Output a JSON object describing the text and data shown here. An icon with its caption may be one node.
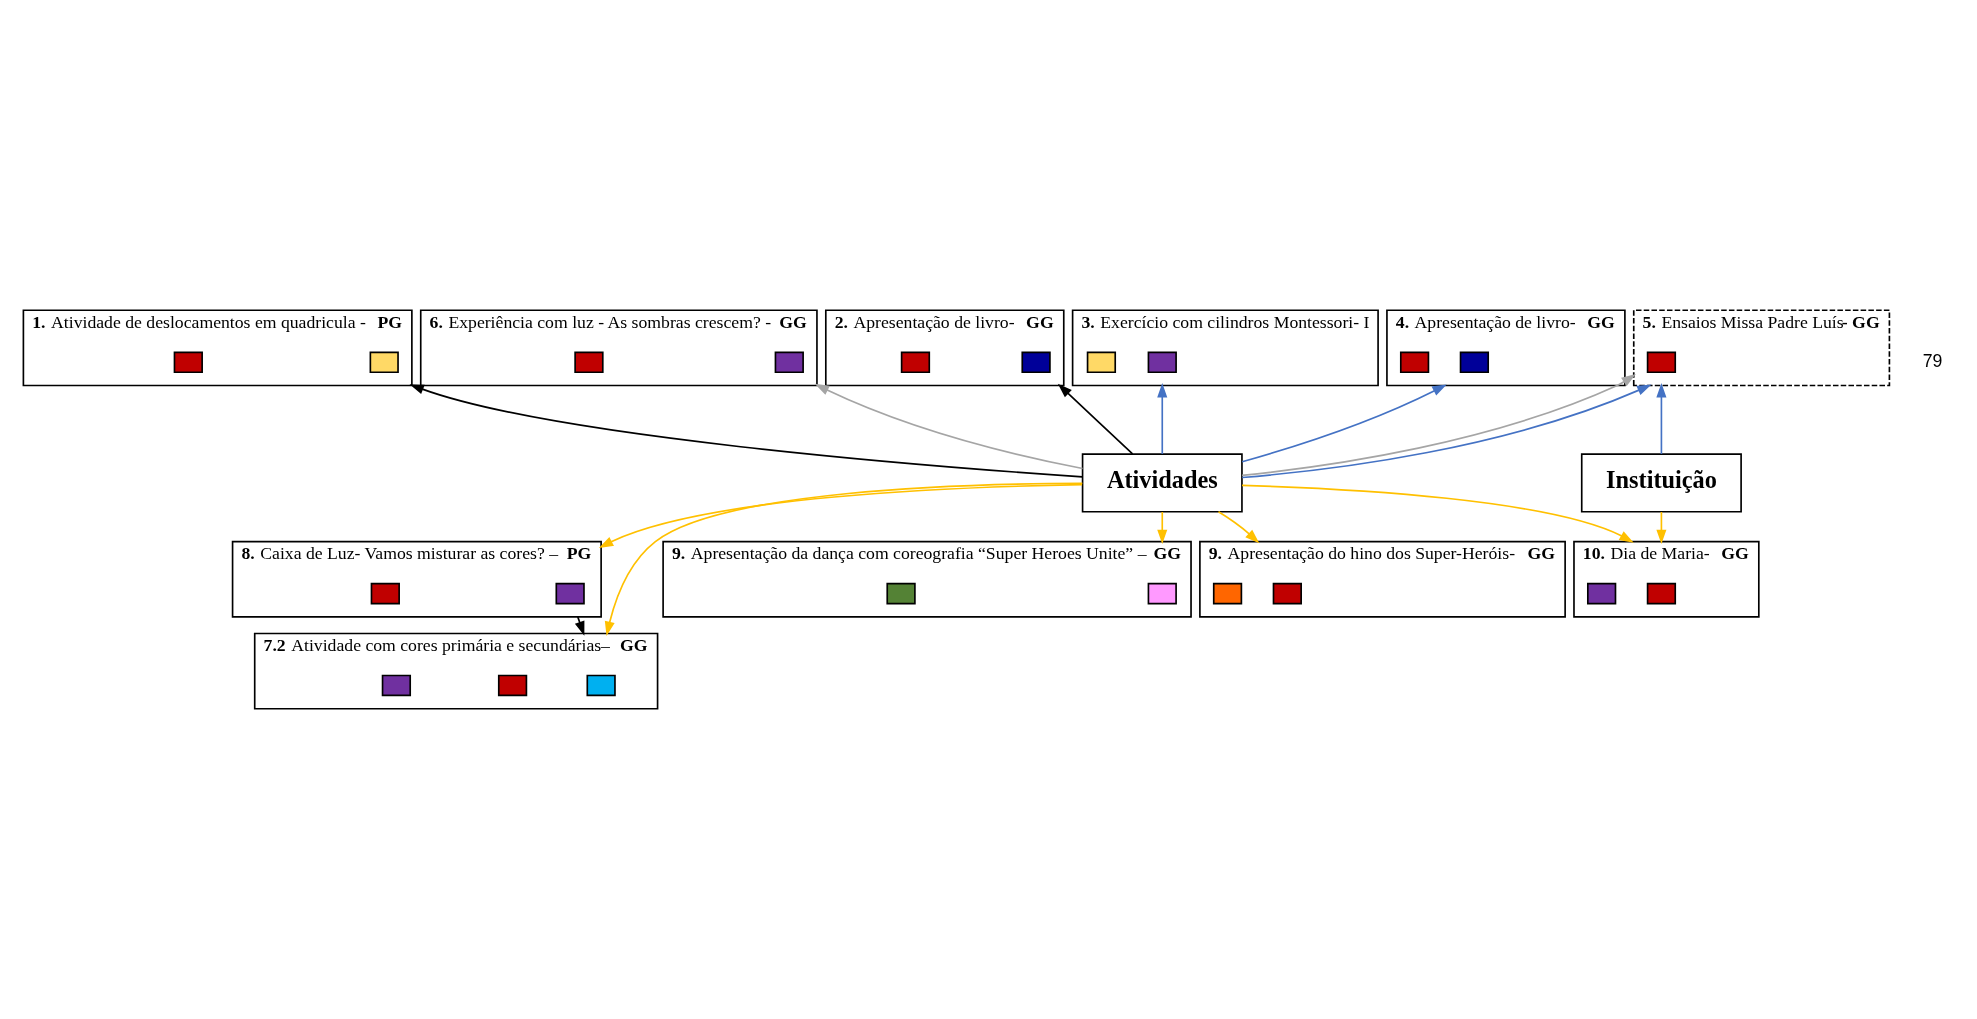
{
  "diagram": {
    "nodes": [
      {
        "text": [
          "**1.** Atividade de deslocamentos em quadricula - **PG**"
        ]
      },
      {
        "text": [
          "**6.** Experiência com luz - As sombras crescem? - **GG**"
        ]
      },
      {
        "text": [
          "**2.** Apresentação de livro- **GG**"
        ]
      },
      {
        "text": [
          "**3.** Exercício com cilindros Montessori- I"
        ]
      },
      {
        "text": [
          "**4.** Apresentação de livro- **GG**"
        ]
      },
      {
        "text": [
          "**5.** Ensaios Missa Padre Luís**- GG**"
        ]
      },
      {
        "text": [
          "**8.** Caixa de Luz- Vamos misturar as cores? – **PG**"
        ]
      },
      {
        "text": [
          "Atividades"
        ]
      },
      {
        "text": [
          "**7.2** Atividade com cores primária e secundárias– **GG**"
        ]
      },
      {
        "text": [
          "Instituição"
        ]
      },
      {
        "text": [
          "**9.** Apresentação da dança com coreografia “Super Heroes Unite” – **GG**"
        ]
      },
      {
        "text": [
          "**9.** Apresentação do hino dos Super-Heróis- **GG**"
        ]
      },
      {
        "text": [
          "**10.** Dia de Maria- **GG**"
        ]
      },
      {
        "text": [],
        "shape": "box",
        "in": 0
      },
      {
        "text": [],
        "shape": "box",
        "in": 0
      },
      {
        "text": [],
        "shape": "box",
        "in": 1
      },
      {
        "text": [],
        "shape": "box",
        "in": 1
      },
      {
        "text": [],
        "shape": "box",
        "in": 2
      },
      {
        "text": [],
        "shape": "box",
        "in": 2
      },
      {
        "text": [],
        "shape": "box",
        "in": 3
      },
      {
        "text": [],
        "shape": "box",
        "in": 3
      },
      {
        "text": [],
        "shape": "box",
        "in": 4
      },
      {
        "text": [],
        "shape": "box",
        "in": 4
      },
      {
        "text": [],
        "shape": "box",
        "in": 5
      },
      {
        "text": [],
        "shape": "box",
        "in": 6
      },
      {
        "text": [],
        "shape": "box",
        "in": 6
      },
      {
        "text": [],
        "shape": "box",
        "in": 8
      },
      {
        "text": [],
        "shape": "box",
        "in": 8
      },
      {
        "text": [],
        "shape": "box",
        "in": 8
      },
      {
        "text": [],
        "shape": "box",
        "in": 10
      },
      {
        "text": [],
        "shape": "box",
        "in": 10
      },
      {
        "text": [],
        "shape": "box",
        "in": 11
      },
      {
        "text": [],
        "shape": "box",
        "in": 11
      },
      {
        "text": [],
        "shape": "box",
        "in": 12
      },
      {
        "text": [],
        "shape": "box",
        "in": 12
      }
    ],
    "edges": [
      {
        "from": 7,
        "to": 0,
        "arrow": "to",
        "color": "#000000"
      },
      {
        "from": 7,
        "to": 1,
        "arrow": "to",
        "color": "#a5a5a5"
      },
      {
        "from": 7,
        "to": 2,
        "arrow": "to",
        "color": "#000000"
      },
      {
        "from": 7,
        "to": 3,
        "arrow": "to",
        "color": "#4472c4"
      },
      {
        "from": 7,
        "to": 4,
        "arrow": "to",
        "color": "#4472c4"
      },
      {
        "from": 7,
        "to": 5,
        "arrow": "to",
        "color": "#a5a5a5"
      },
      {
        "from": 7,
        "to": 5,
        "arrow": "to",
        "color": "#4472c4"
      },
      {
        "from": 7,
        "to": 6,
        "arrow": "to"
      },
      {
        "from": 7,
        "to": 8,
        "arrow": "to"
      },
      {
        "from": 7,
        "to": 10,
        "arrow": "to"
      },
      {
        "from": 7,
        "to": 11,
        "arrow": "to"
      },
      {
        "from": 7,
        "to": 12,
        "arrow": "to"
      },
      {
        "from": 9,
        "to": 5,
        "arrow": "to",
        "color": "#4472c4"
      },
      {
        "from": 9,
        "to": 12,
        "arrow": "to"
      },
      {
        "from": 6,
        "to": 8,
        "arrow": "to",
        "color": "#000000"
      }
    ],
    "labels": [
      "79"
    ]
  }
}
